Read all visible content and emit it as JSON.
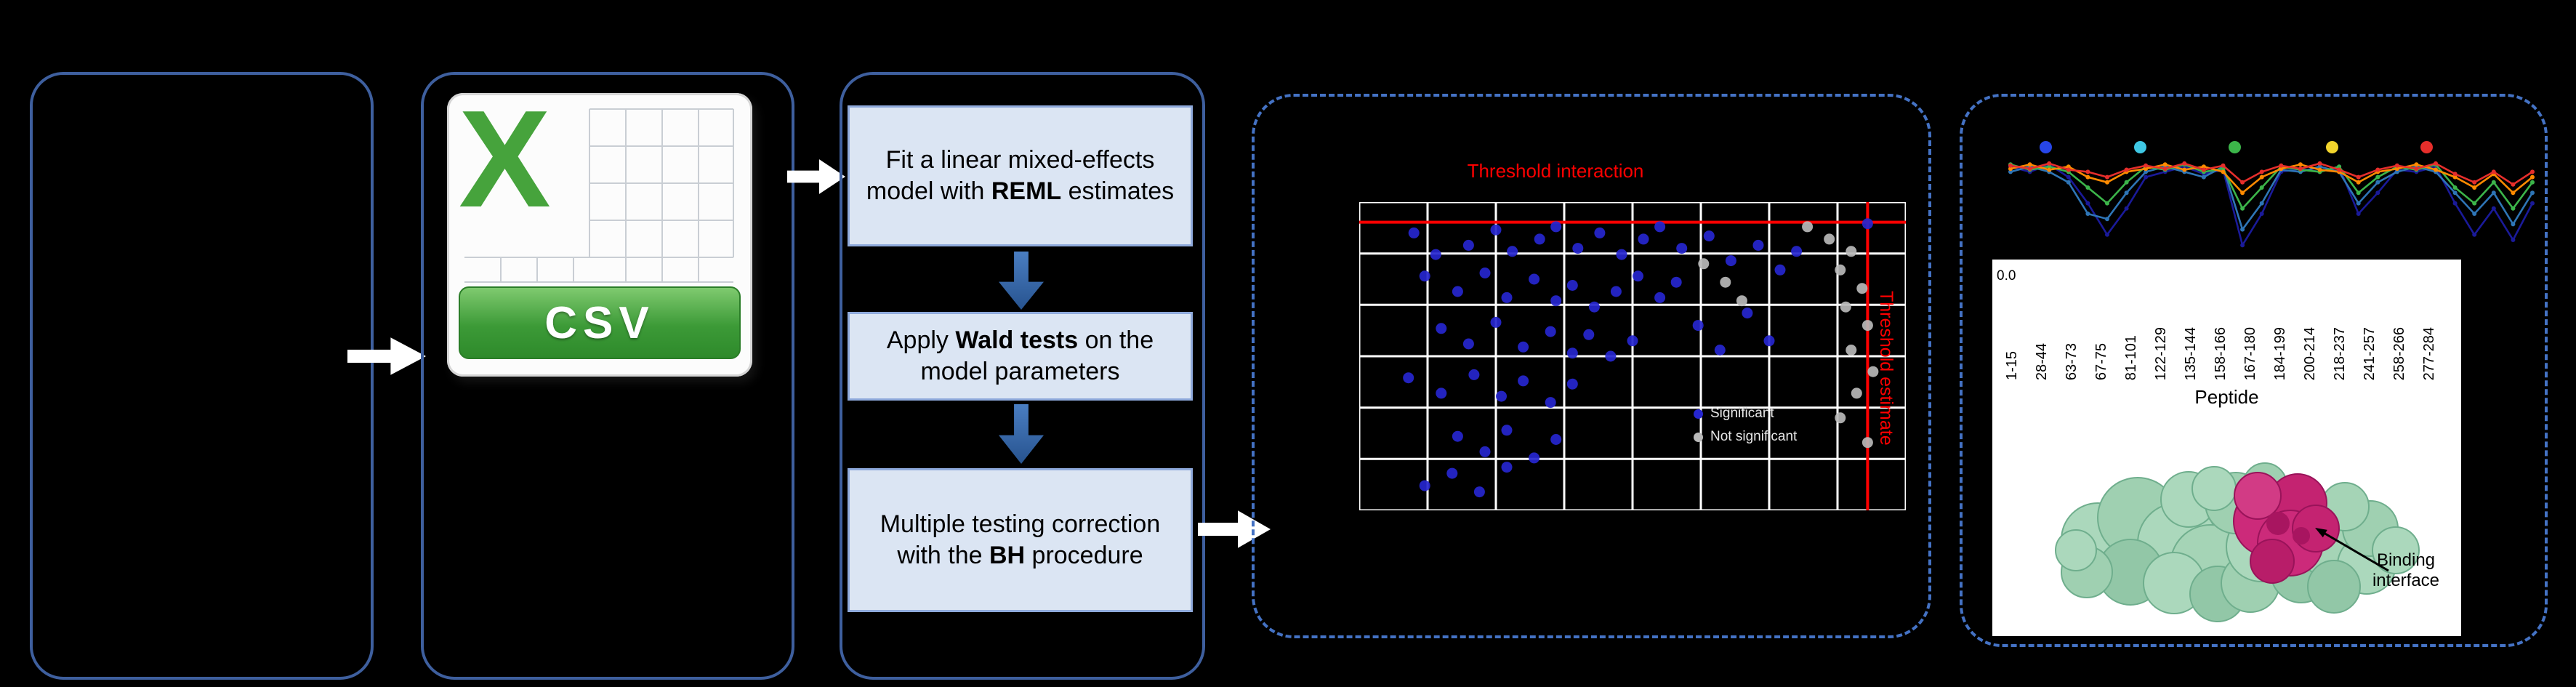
{
  "canvas": {
    "bg": "#000000"
  },
  "flow": {
    "csv_label": "CSV",
    "steps": [
      {
        "prefix": "Fit a linear mixed-effects model with ",
        "bold": "REML",
        "suffix": " estimates"
      },
      {
        "prefix": "Apply ",
        "bold": "Wald tests",
        "suffix": " on the model parameters"
      },
      {
        "prefix": "Multiple testing correction with the ",
        "bold": "BH",
        "suffix": " procedure"
      }
    ]
  },
  "interaction_panel": {
    "threshold_interaction_label": "Threshold interaction",
    "threshold_estimate_label": "Threshold estimate",
    "legend": [
      {
        "label": "Significant",
        "color": "#2626cf"
      },
      {
        "label": "Not significant",
        "color": "#b9b9b9"
      }
    ]
  },
  "results_panel": {
    "y_axis_tick": "0.0",
    "peptide_ticks": [
      "1-15",
      "28-44",
      "63-73",
      "67-75",
      "81-101",
      "122-129",
      "135-144",
      "158-166",
      "167-180",
      "184-199",
      "200-214",
      "218-237",
      "241-257",
      "258-266",
      "277-284"
    ],
    "x_axis_label": "Peptide",
    "binding_interface_label": "Binding interface"
  },
  "chart_data": [
    {
      "type": "scatter",
      "title": "Threshold interaction",
      "axes": {
        "x": "estimate (normalized 0-1, no visible tick labels)",
        "y": "interaction (normalized 0-1, no visible tick labels)"
      },
      "grid": {
        "x_divisions": 8,
        "y_divisions": 6,
        "color": "#ffffff"
      },
      "threshold_lines": {
        "horizontal_y": 0.935,
        "vertical_x": 0.93,
        "color": "#ff0000"
      },
      "series": [
        {
          "name": "blue-points",
          "color": "#2626cf",
          "points": [
            [
              0.1,
              0.9
            ],
            [
              0.14,
              0.83
            ],
            [
              0.2,
              0.86
            ],
            [
              0.25,
              0.91
            ],
            [
              0.28,
              0.84
            ],
            [
              0.33,
              0.88
            ],
            [
              0.36,
              0.92
            ],
            [
              0.4,
              0.85
            ],
            [
              0.44,
              0.9
            ],
            [
              0.48,
              0.83
            ],
            [
              0.52,
              0.88
            ],
            [
              0.55,
              0.92
            ],
            [
              0.59,
              0.85
            ],
            [
              0.12,
              0.76
            ],
            [
              0.18,
              0.71
            ],
            [
              0.23,
              0.77
            ],
            [
              0.27,
              0.69
            ],
            [
              0.32,
              0.75
            ],
            [
              0.36,
              0.68
            ],
            [
              0.39,
              0.73
            ],
            [
              0.43,
              0.66
            ],
            [
              0.47,
              0.71
            ],
            [
              0.51,
              0.76
            ],
            [
              0.55,
              0.69
            ],
            [
              0.58,
              0.74
            ],
            [
              0.15,
              0.59
            ],
            [
              0.2,
              0.54
            ],
            [
              0.25,
              0.61
            ],
            [
              0.3,
              0.53
            ],
            [
              0.35,
              0.58
            ],
            [
              0.39,
              0.51
            ],
            [
              0.42,
              0.57
            ],
            [
              0.46,
              0.5
            ],
            [
              0.5,
              0.55
            ],
            [
              0.09,
              0.43
            ],
            [
              0.15,
              0.38
            ],
            [
              0.21,
              0.44
            ],
            [
              0.26,
              0.37
            ],
            [
              0.3,
              0.42
            ],
            [
              0.35,
              0.35
            ],
            [
              0.39,
              0.41
            ],
            [
              0.18,
              0.24
            ],
            [
              0.23,
              0.19
            ],
            [
              0.27,
              0.26
            ],
            [
              0.32,
              0.17
            ],
            [
              0.36,
              0.23
            ],
            [
              0.12,
              0.08
            ],
            [
              0.17,
              0.12
            ],
            [
              0.22,
              0.06
            ],
            [
              0.27,
              0.14
            ],
            [
              0.64,
              0.89
            ],
            [
              0.68,
              0.81
            ],
            [
              0.73,
              0.86
            ],
            [
              0.77,
              0.78
            ],
            [
              0.8,
              0.84
            ],
            [
              0.93,
              0.93
            ],
            [
              0.62,
              0.6
            ],
            [
              0.66,
              0.52
            ],
            [
              0.71,
              0.64
            ],
            [
              0.75,
              0.55
            ]
          ]
        },
        {
          "name": "grey-points",
          "color": "#b9b9b9",
          "points": [
            [
              0.82,
              0.92
            ],
            [
              0.86,
              0.88
            ],
            [
              0.9,
              0.84
            ],
            [
              0.88,
              0.78
            ],
            [
              0.92,
              0.72
            ],
            [
              0.89,
              0.66
            ],
            [
              0.93,
              0.6
            ],
            [
              0.9,
              0.52
            ],
            [
              0.94,
              0.45
            ],
            [
              0.91,
              0.38
            ],
            [
              0.88,
              0.3
            ],
            [
              0.93,
              0.22
            ],
            [
              0.63,
              0.8
            ],
            [
              0.67,
              0.74
            ],
            [
              0.7,
              0.68
            ]
          ]
        }
      ]
    },
    {
      "type": "line",
      "title": "",
      "ylim": [
        0,
        1
      ],
      "y_tick_labels": [
        "0.0"
      ],
      "legend_dots": [
        "#2746e8",
        "#3fc8e4",
        "#3cb54a",
        "#f2d42c",
        "#e62e2b"
      ],
      "series": [
        {
          "name": "line-1",
          "color": "#1a1a99",
          "values": [
            0.95,
            0.9,
            0.97,
            0.85,
            0.6,
            0.3,
            0.55,
            0.85,
            0.9,
            0.95,
            0.88,
            0.92,
            0.2,
            0.5,
            0.9,
            0.93,
            0.9,
            0.95,
            0.5,
            0.7,
            0.92,
            0.9,
            0.95,
            0.6,
            0.3,
            0.55,
            0.25,
            0.6
          ]
        },
        {
          "name": "line-2",
          "color": "#2e75b6",
          "values": [
            0.9,
            0.95,
            0.9,
            0.8,
            0.5,
            0.45,
            0.7,
            0.9,
            0.95,
            0.9,
            0.85,
            0.95,
            0.35,
            0.6,
            0.92,
            0.9,
            0.95,
            0.9,
            0.6,
            0.8,
            0.9,
            0.95,
            0.9,
            0.7,
            0.5,
            0.7,
            0.4,
            0.7
          ]
        },
        {
          "name": "line-3",
          "color": "#3cb54a",
          "values": [
            0.97,
            0.92,
            0.95,
            0.9,
            0.75,
            0.6,
            0.8,
            0.95,
            0.92,
            0.97,
            0.9,
            0.93,
            0.55,
            0.75,
            0.95,
            0.92,
            0.9,
            0.95,
            0.7,
            0.85,
            0.95,
            0.92,
            0.97,
            0.75,
            0.6,
            0.8,
            0.55,
            0.8
          ]
        },
        {
          "name": "line-4",
          "color": "#ff8a00",
          "values": [
            0.93,
            0.97,
            0.92,
            0.95,
            0.85,
            0.8,
            0.9,
            0.93,
            0.97,
            0.92,
            0.95,
            0.9,
            0.7,
            0.85,
            0.93,
            0.97,
            0.92,
            0.9,
            0.8,
            0.9,
            0.93,
            0.97,
            0.92,
            0.85,
            0.75,
            0.88,
            0.7,
            0.85
          ]
        },
        {
          "name": "line-5",
          "color": "#e62e2b",
          "values": [
            0.96,
            0.93,
            0.98,
            0.92,
            0.9,
            0.85,
            0.92,
            0.96,
            0.93,
            0.98,
            0.92,
            0.96,
            0.8,
            0.9,
            0.96,
            0.93,
            0.98,
            0.92,
            0.85,
            0.92,
            0.96,
            0.93,
            0.98,
            0.88,
            0.8,
            0.9,
            0.78,
            0.9
          ]
        }
      ]
    }
  ]
}
